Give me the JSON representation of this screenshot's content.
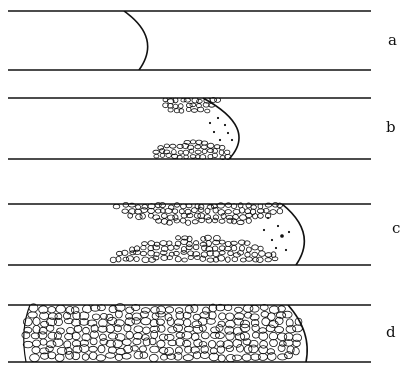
{
  "figure": {
    "labels": {
      "a": "a",
      "b": "b",
      "c": "c",
      "d": "d"
    },
    "colors": {
      "ink": "#111111",
      "background": "#ffffff"
    }
  }
}
